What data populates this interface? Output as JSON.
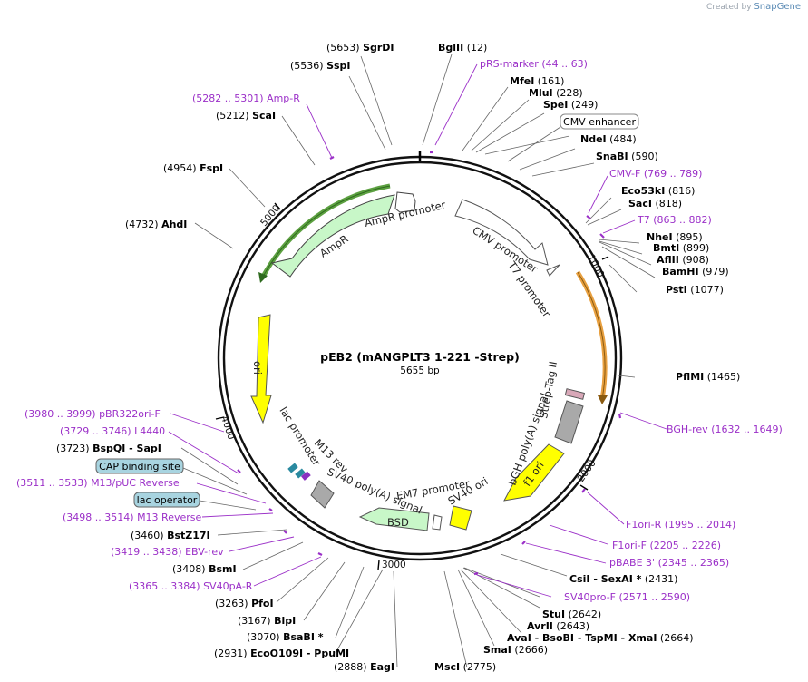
{
  "credit": {
    "prefix": "Created by",
    "brand": "SnapGene"
  },
  "plasmid": {
    "name": "pEB2 (mANGPLT3 1-221 -Strep)",
    "size": "5655 bp"
  },
  "ticks": [
    "1000",
    "2000",
    "3000",
    "4000",
    "5000"
  ],
  "sites": [
    {
      "pos": "(5653)",
      "name": "SgrDI"
    },
    {
      "pos": "(12)",
      "name": "BglII"
    },
    {
      "pos": "(5536)",
      "name": "SspI"
    },
    {
      "pos": "(161)",
      "name": "MfeI"
    },
    {
      "pos": "(228)",
      "name": "MluI"
    },
    {
      "pos": "(249)",
      "name": "SpeI"
    },
    {
      "pos": "(484)",
      "name": "NdeI"
    },
    {
      "pos": "(590)",
      "name": "SnaBI"
    },
    {
      "pos": "(816)",
      "name": "Eco53kI"
    },
    {
      "pos": "(818)",
      "name": "SacI"
    },
    {
      "pos": "(895)",
      "name": "NheI"
    },
    {
      "pos": "(899)",
      "name": "BmtI"
    },
    {
      "pos": "(908)",
      "name": "AflII"
    },
    {
      "pos": "(979)",
      "name": "BamHI"
    },
    {
      "pos": "(1077)",
      "name": "PstI"
    },
    {
      "pos": "(1465)",
      "name": "PflMI"
    },
    {
      "pos": "(2431)",
      "name": "CsiI  - SexAI *"
    },
    {
      "pos": "(2642)",
      "name": "StuI"
    },
    {
      "pos": "(2643)",
      "name": "AvrII"
    },
    {
      "pos": "(2664)",
      "name": "AvaI  - BsoBI  - TspMI  - XmaI"
    },
    {
      "pos": "(2666)",
      "name": "SmaI"
    },
    {
      "pos": "(2775)",
      "name": "MscI"
    },
    {
      "pos": "(2888)",
      "name": "EagI"
    },
    {
      "pos": "(2931)",
      "name": "EcoO109I  - PpuMI"
    },
    {
      "pos": "(3070)",
      "name": "BsaBI *"
    },
    {
      "pos": "(3167)",
      "name": "BlpI"
    },
    {
      "pos": "(3263)",
      "name": "PfoI"
    },
    {
      "pos": "(3408)",
      "name": "BsmI"
    },
    {
      "pos": "(3460)",
      "name": "BstZ17I"
    },
    {
      "pos": "(3723)",
      "name": "BspQI  - SapI"
    },
    {
      "pos": "(4732)",
      "name": "AhdI"
    },
    {
      "pos": "(4954)",
      "name": "FspI"
    },
    {
      "pos": "(5212)",
      "name": "ScaI"
    }
  ],
  "features": [
    {
      "name": "pRS-marker",
      "range": "(44 .. 63)"
    },
    {
      "name": "CMV-F",
      "range": "(769 .. 789)"
    },
    {
      "name": "T7",
      "range": "(863 .. 882)"
    },
    {
      "name": "BGH-rev",
      "range": "(1632 .. 1649)"
    },
    {
      "name": "F1ori-R",
      "range": "(1995 .. 2014)"
    },
    {
      "name": "F1ori-F",
      "range": "(2205 .. 2226)"
    },
    {
      "name": "pBABE 3'",
      "range": "(2345 .. 2365)"
    },
    {
      "name": "SV40pro-F",
      "range": "(2571 .. 2590)"
    },
    {
      "name": "SV40pA-R",
      "range": "(3365 .. 3384)"
    },
    {
      "name": "EBV-rev",
      "range": "(3419 .. 3438)"
    },
    {
      "name": "M13 Reverse",
      "range": "(3498 .. 3514)"
    },
    {
      "name": "M13/pUC Reverse",
      "range": "(3511 .. 3533)"
    },
    {
      "name": "L4440",
      "range": "(3729 .. 3746)"
    },
    {
      "name": "pBR322ori-F",
      "range": "(3980 .. 3999)"
    },
    {
      "name": "Amp-R",
      "range": "(5282 .. 5301)"
    }
  ],
  "boxed_labels": [
    "CMV enhancer",
    "CAP binding site",
    "lac operator"
  ],
  "inner_labels": [
    "AmpR promoter",
    "AmpR",
    "CMV promoter",
    "T7 promoter",
    "ori",
    "lac promoter",
    "M13 rev",
    "SV40 poly(A) signal",
    "EM7 promoter",
    "BSD",
    "SV40 ori",
    "f1 ori",
    "bGH poly(A) signal",
    "Strep-Tag II"
  ],
  "colors": {
    "feature": "#9b30c8",
    "ampR": "#c8f7c8",
    "ori": "#ffff00",
    "sv40ori": "#ffff00",
    "f1ori": "#ffff00",
    "bsd": "#c8f7c8",
    "polyA": "#a9a9a9",
    "cmvOrange": "#e8a040",
    "ampGreen": "#3a8a2a",
    "capBox": "#a8d4e0"
  }
}
